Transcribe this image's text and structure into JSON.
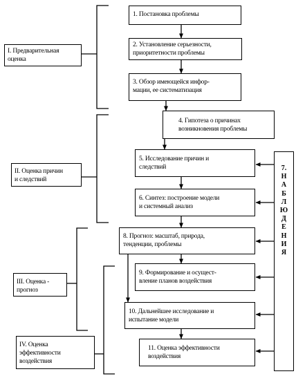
{
  "steps": [
    {
      "lines": [
        "1. Постановка проблемы"
      ]
    },
    {
      "lines": [
        "2. Установление серьезности,",
        "приоритетности проблемы"
      ]
    },
    {
      "lines": [
        "3. Обзор имеющейся инфор-",
        "мации, ее систематизация"
      ]
    },
    {
      "lines": [
        "4. Гипотеза о причинах",
        "возникновения проблемы"
      ]
    },
    {
      "lines": [
        "5. Исследование причин и",
        "следствий"
      ]
    },
    {
      "lines": [
        "6. Синтез: построение модели",
        "и системный анализ"
      ]
    },
    {
      "lines": [
        "8. Прогноз: масштаб, природа,",
        "тенденции, проблемы"
      ]
    },
    {
      "lines": [
        "9. Формирование и осущест-",
        "вление планов воздействия"
      ]
    },
    {
      "lines": [
        "10. Дальнейшее исследование и",
        "испытание модели"
      ]
    },
    {
      "lines": [
        "11. Оценка эффективности",
        "воздействия"
      ]
    }
  ],
  "stages": [
    {
      "lines": [
        "I. Предварительная",
        "оценка"
      ]
    },
    {
      "lines": [
        "II. Оценка причин",
        "и следствий"
      ]
    },
    {
      "lines": [
        "III. Оценка -",
        "прогноз"
      ]
    },
    {
      "lines": [
        "IV. Оценка",
        "эффективности",
        "воздействия"
      ]
    }
  ],
  "observations": {
    "letters": [
      "7.",
      "Н",
      "А",
      "Б",
      "Л",
      "Ю",
      "Д",
      "Е",
      "Н",
      "И",
      "Я"
    ]
  }
}
